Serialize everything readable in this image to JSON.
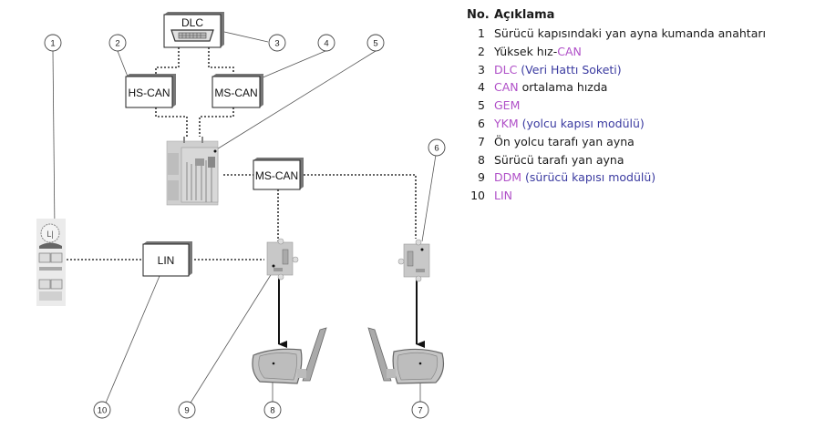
{
  "legend": {
    "header_no": "No.",
    "header_desc": "Açıklama",
    "items": [
      {
        "no": "1",
        "parts": [
          {
            "t": "Sürücü kapısındaki yan ayna kumanda anahtarı",
            "c": "plain"
          }
        ]
      },
      {
        "no": "2",
        "parts": [
          {
            "t": "Yüksek hız-",
            "c": "plain"
          },
          {
            "t": "CAN",
            "c": "acr"
          }
        ]
      },
      {
        "no": "3",
        "parts": [
          {
            "t": "DLC",
            "c": "acr"
          },
          {
            "t": " (Veri Hattı Soketi)",
            "c": "paren"
          }
        ]
      },
      {
        "no": "4",
        "parts": [
          {
            "t": "CAN",
            "c": "acr"
          },
          {
            "t": " ortalama hızda",
            "c": "plain"
          }
        ]
      },
      {
        "no": "5",
        "parts": [
          {
            "t": "GEM",
            "c": "acr"
          }
        ]
      },
      {
        "no": "6",
        "parts": [
          {
            "t": "YKM",
            "c": "acr"
          },
          {
            "t": " (yolcu kapısı modülü)",
            "c": "paren"
          }
        ]
      },
      {
        "no": "7",
        "parts": [
          {
            "t": "Ön yolcu tarafı yan ayna",
            "c": "plain"
          }
        ]
      },
      {
        "no": "8",
        "parts": [
          {
            "t": "Sürücü tarafı yan ayna",
            "c": "plain"
          }
        ]
      },
      {
        "no": "9",
        "parts": [
          {
            "t": "DDM",
            "c": "acr"
          },
          {
            "t": " (sürücü kapısı modülü)",
            "c": "paren"
          }
        ]
      },
      {
        "no": "10",
        "parts": [
          {
            "t": "LIN",
            "c": "acr"
          }
        ]
      }
    ]
  },
  "diagram": {
    "boxes": {
      "dlc": "DLC",
      "hs_can": "HS-CAN",
      "ms_can_top": "MS-CAN",
      "ms_can_mid": "MS-CAN",
      "lin": "LIN"
    },
    "callouts": [
      "1",
      "2",
      "3",
      "4",
      "5",
      "6",
      "7",
      "8",
      "9",
      "10"
    ]
  },
  "colors": {
    "acronym": "#b050c8",
    "parenthetical": "#3a3aa0",
    "component_fill": "#c8c8c8"
  }
}
